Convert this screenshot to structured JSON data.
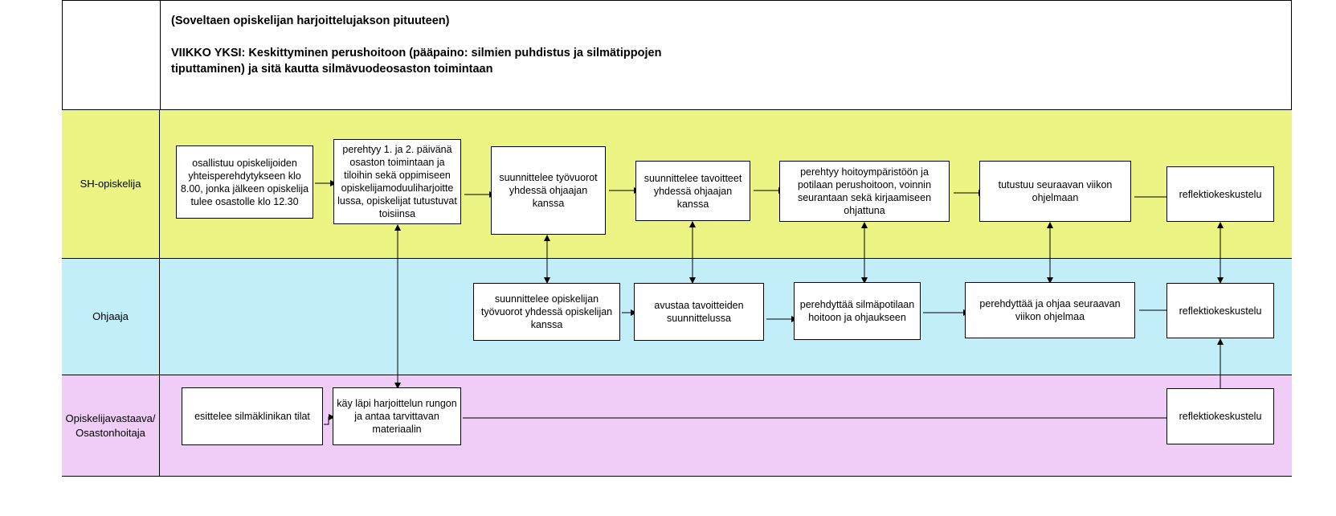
{
  "header": {
    "subtitle": "(Soveltaen opiskelijan harjoittelujakson pituuteen)",
    "week_line1": "VIIKKO YKSI: Keskittyminen perushoitoon (pääpaino: silmien puhdistus ja silmätippojen",
    "week_line2": "tiputtaminen) ja sitä kautta silmävuodeosaston toimintaan"
  },
  "colors": {
    "lane_student": "#ecf584",
    "lane_supervisor": "#c2eefa",
    "lane_nurse": "#f0cdf7"
  },
  "lanes": {
    "student": {
      "label": "SH-opiskelija",
      "boxes": [
        "osallistuu opiskelijoiden yhteisperehdytykseen klo 8.00, jonka jälkeen opiskelija tulee osastolle klo 12.30",
        "perehtyy 1. ja 2. päivänä osaston toimintaan ja tiloihin sekä oppimiseen opiskelijamoduuliharjoitte lussa, opiskelijat tutustuvat toisiinsa",
        "suunnittelee työvuorot yhdessä ohjaajan kanssa",
        "suunnittelee tavoitteet yhdessä ohjaajan kanssa",
        "perehtyy hoitoympäristöön ja potilaan perushoitoon, voinnin seurantaan sekä kirjaamiseen ohjattuna",
        "tutustuu seuraavan viikon ohjelmaan",
        "reflektiokeskustelu"
      ]
    },
    "supervisor": {
      "label": "Ohjaaja",
      "boxes": [
        "suunnittelee opiskelijan työvuorot yhdessä opiskelijan kanssa",
        "avustaa tavoitteiden suunnittelussa",
        "perehdyttää silmäpotilaan hoitoon ja ohjaukseen",
        "perehdyttää ja ohjaa seuraavan viikon ohjelmaa",
        "reflektiokeskustelu"
      ]
    },
    "nurse": {
      "label": "Opiskelijavastaava/ Osastonhoitaja",
      "boxes": [
        "esittelee silmäklinikan tilat",
        "käy läpi harjoittelun rungon ja antaa tarvittavan materiaalin",
        "reflektiokeskustelu"
      ]
    }
  }
}
